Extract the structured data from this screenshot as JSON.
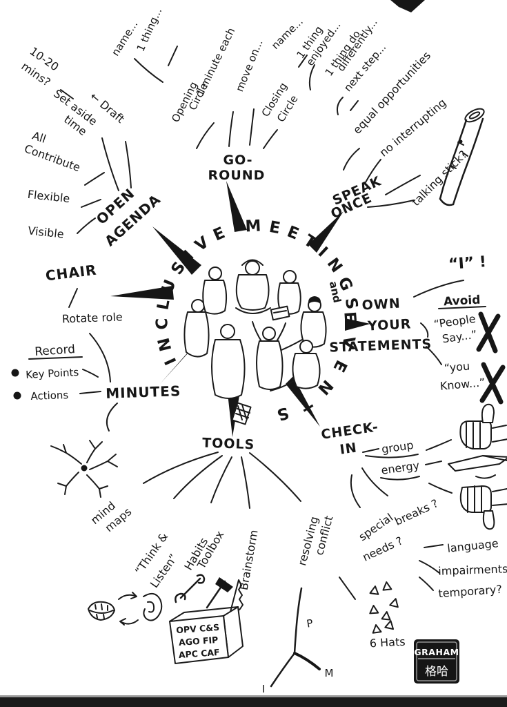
{
  "ink": "#161616",
  "title": {
    "arc": "INCLUSIVE MEETINGS",
    "and": "and",
    "events": "EVENTS"
  },
  "open_agenda": {
    "label1": "OPEN",
    "label2": "AGENDA",
    "mins1": "10-20",
    "mins2": "mins?",
    "draft": "← Draft",
    "aside1": "Set aside",
    "aside2": "time",
    "all1": "All",
    "all2": "Contribute",
    "flexible": "Flexible",
    "visible": "Visible"
  },
  "go_round": {
    "label1": "GO-",
    "label2": "ROUND",
    "opening1": "Opening",
    "opening2": "Circle",
    "name1": "name...",
    "thing1": "1 thing...",
    "minute": "1 minute each",
    "move": "move on...",
    "closing1": "Closing",
    "closing2": "Circle",
    "name2": "name...",
    "enjoyed1": "1 thing",
    "enjoyed2": "enjoyed...",
    "differently1": "1 thing do",
    "differently2": "differently...",
    "next": "next step..."
  },
  "speak_once": {
    "label1": "SPEAK",
    "label2": "ONCE",
    "equal": "equal opportunities",
    "nointerrupt": "no interrupting",
    "stick": "talking stick?"
  },
  "own": {
    "label1": "OWN",
    "label2": "YOUR",
    "label3": "STATEMENTS",
    "i": "“I” !",
    "avoid": "Avoid",
    "people1": "“People",
    "people2": "Say...”",
    "you1": "“you",
    "you2": "Know...”"
  },
  "check_in": {
    "label1": "CHECK-",
    "label2": "IN",
    "group": "group",
    "energy": "energy",
    "breaks": "breaks ?",
    "special1": "special",
    "special2": "needs ?",
    "language": "language",
    "impairments": "impairments",
    "temporary": "temporary?"
  },
  "tools": {
    "label": "TOOLS",
    "mind1": "mind",
    "mind2": "maps",
    "think1": "“Think &",
    "think2": "Listen”",
    "habits1": "Habits",
    "habits2": "Toolbox",
    "box1": "OPV C&S",
    "box2": "AGO FIP",
    "box3": "APC CAF",
    "brainstorm": "Brainstorm",
    "resolving1": "resolving",
    "resolving2": "conflict",
    "p": "P",
    "m": "M",
    "i": "I",
    "hats": "6 Hats"
  },
  "minutes": {
    "label": "MINUTES",
    "record": "Record",
    "key": "Key Points",
    "actions": "Actions"
  },
  "chair": {
    "label": "CHAIR",
    "rotate": "Rotate role"
  },
  "stamp": {
    "name": "GRAHAM",
    "seal": "格哈"
  }
}
